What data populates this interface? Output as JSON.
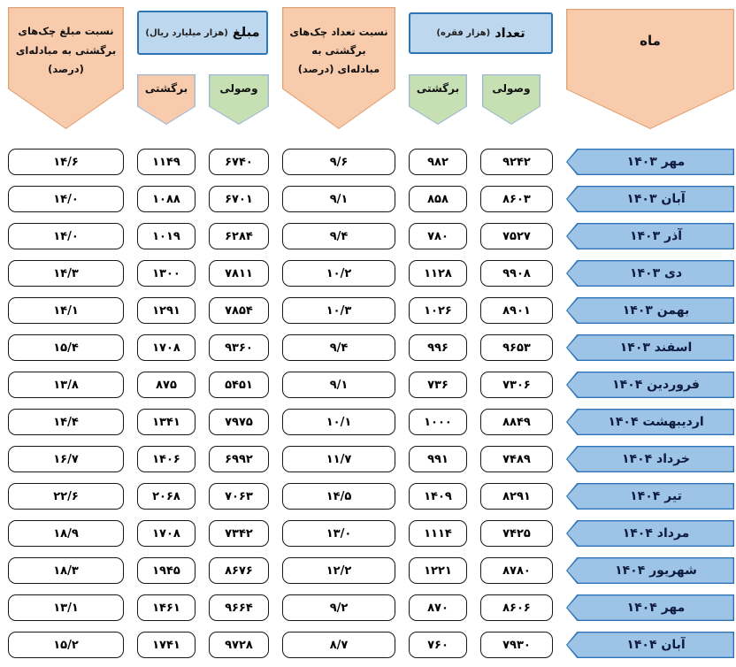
{
  "colors": {
    "orange_fill": "#f8cbad",
    "orange_border": "#e2a277",
    "blue_box_fill": "#bdd7ee",
    "blue_border": "#2e75b6",
    "month_arrow_fill": "#9dc3e6",
    "green_fill": "#c6e0b4",
    "cell_border": "#16161c"
  },
  "headers": {
    "month": "ماه",
    "count_title": "تعداد",
    "count_unit": "(هزار فقره)",
    "amount_title": "مبلغ",
    "amount_unit": "(هزار میلیارد ریال)",
    "count_ratio": "نسبت تعداد چک‌های برگشتی به مبادله‌ای (درصد)",
    "amount_ratio": "نسبت مبلغ چک‌های برگشتی به مبادله‌ای (درصد)",
    "returned": "برگشتی",
    "collected": "وصولی"
  },
  "rows": [
    {
      "month": "مهر ۱۴۰۳",
      "count_collected": "۹۲۴۲",
      "count_returned": "۹۸۲",
      "count_ratio": "۹/۶",
      "amount_collected": "۶۷۴۰",
      "amount_returned": "۱۱۴۹",
      "amount_ratio": "۱۴/۶"
    },
    {
      "month": "آبان ۱۴۰۳",
      "count_collected": "۸۶۰۳",
      "count_returned": "۸۵۸",
      "count_ratio": "۹/۱",
      "amount_collected": "۶۷۰۱",
      "amount_returned": "۱۰۸۸",
      "amount_ratio": "۱۴/۰"
    },
    {
      "month": "آذر ۱۴۰۳",
      "count_collected": "۷۵۲۷",
      "count_returned": "۷۸۰",
      "count_ratio": "۹/۴",
      "amount_collected": "۶۲۸۴",
      "amount_returned": "۱۰۱۹",
      "amount_ratio": "۱۴/۰"
    },
    {
      "month": "دی ۱۴۰۳",
      "count_collected": "۹۹۰۸",
      "count_returned": "۱۱۲۸",
      "count_ratio": "۱۰/۲",
      "amount_collected": "۷۸۱۱",
      "amount_returned": "۱۳۰۰",
      "amount_ratio": "۱۴/۳"
    },
    {
      "month": "بهمن ۱۴۰۳",
      "count_collected": "۸۹۰۱",
      "count_returned": "۱۰۲۶",
      "count_ratio": "۱۰/۳",
      "amount_collected": "۷۸۵۴",
      "amount_returned": "۱۲۹۱",
      "amount_ratio": "۱۴/۱"
    },
    {
      "month": "اسفند ۱۴۰۳",
      "count_collected": "۹۶۵۳",
      "count_returned": "۹۹۶",
      "count_ratio": "۹/۴",
      "amount_collected": "۹۳۶۰",
      "amount_returned": "۱۷۰۸",
      "amount_ratio": "۱۵/۴"
    },
    {
      "month": "فروردین ۱۴۰۴",
      "count_collected": "۷۳۰۶",
      "count_returned": "۷۳۶",
      "count_ratio": "۹/۱",
      "amount_collected": "۵۴۵۱",
      "amount_returned": "۸۷۵",
      "amount_ratio": "۱۳/۸"
    },
    {
      "month": "اردیبهشت ۱۴۰۴",
      "count_collected": "۸۸۴۹",
      "count_returned": "۱۰۰۰",
      "count_ratio": "۱۰/۱",
      "amount_collected": "۷۹۷۵",
      "amount_returned": "۱۳۴۱",
      "amount_ratio": "۱۴/۴"
    },
    {
      "month": "خرداد ۱۴۰۴",
      "count_collected": "۷۴۸۹",
      "count_returned": "۹۹۱",
      "count_ratio": "۱۱/۷",
      "amount_collected": "۶۹۹۲",
      "amount_returned": "۱۴۰۶",
      "amount_ratio": "۱۶/۷"
    },
    {
      "month": "تیر ۱۴۰۴",
      "count_collected": "۸۲۹۱",
      "count_returned": "۱۴۰۹",
      "count_ratio": "۱۴/۵",
      "amount_collected": "۷۰۶۳",
      "amount_returned": "۲۰۶۸",
      "amount_ratio": "۲۲/۶"
    },
    {
      "month": "مرداد ۱۴۰۴",
      "count_collected": "۷۴۲۵",
      "count_returned": "۱۱۱۴",
      "count_ratio": "۱۳/۰",
      "amount_collected": "۷۳۴۲",
      "amount_returned": "۱۷۰۸",
      "amount_ratio": "۱۸/۹"
    },
    {
      "month": "شهریور ۱۴۰۴",
      "count_collected": "۸۷۸۰",
      "count_returned": "۱۲۲۱",
      "count_ratio": "۱۲/۲",
      "amount_collected": "۸۶۷۶",
      "amount_returned": "۱۹۴۵",
      "amount_ratio": "۱۸/۳"
    },
    {
      "month": "مهر ۱۴۰۴",
      "count_collected": "۸۶۰۶",
      "count_returned": "۸۷۰",
      "count_ratio": "۹/۲",
      "amount_collected": "۹۶۶۴",
      "amount_returned": "۱۴۶۱",
      "amount_ratio": "۱۳/۱"
    },
    {
      "month": "آبان ۱۴۰۴",
      "count_collected": "۷۹۳۰",
      "count_returned": "۷۶۰",
      "count_ratio": "۸/۷",
      "amount_collected": "۹۷۲۸",
      "amount_returned": "۱۷۴۱",
      "amount_ratio": "۱۵/۲"
    }
  ],
  "chart_data": {
    "type": "table",
    "categories": [
      "مهر ۱۴۰۳",
      "آبان ۱۴۰۳",
      "آذر ۱۴۰۳",
      "دی ۱۴۰۳",
      "بهمن ۱۴۰۳",
      "اسفند ۱۴۰۳",
      "فروردین ۱۴۰۴",
      "اردیبهشت ۱۴۰۴",
      "خرداد ۱۴۰۴",
      "تیر ۱۴۰۴",
      "مرداد ۱۴۰۴",
      "شهریور ۱۴۰۴",
      "مهر ۱۴۰۴",
      "آبان ۱۴۰۴"
    ],
    "series": [
      {
        "name": "تعداد وصولی (هزار فقره)",
        "values": [
          9242,
          8603,
          7527,
          9908,
          8901,
          9653,
          7306,
          8849,
          7489,
          8291,
          7425,
          8780,
          8606,
          7930
        ]
      },
      {
        "name": "تعداد برگشتی (هزار فقره)",
        "values": [
          982,
          858,
          780,
          1128,
          1026,
          996,
          736,
          1000,
          991,
          1409,
          1114,
          1221,
          870,
          760
        ]
      },
      {
        "name": "نسبت تعداد چک‌های برگشتی به مبادله‌ای (درصد)",
        "values": [
          9.6,
          9.1,
          9.4,
          10.2,
          10.3,
          9.4,
          9.1,
          10.1,
          11.7,
          14.5,
          13.0,
          12.2,
          9.2,
          8.7
        ]
      },
      {
        "name": "مبلغ وصولی (هزار میلیارد ریال)",
        "values": [
          6740,
          6701,
          6284,
          7811,
          7854,
          9360,
          5451,
          7975,
          6992,
          7063,
          7342,
          8676,
          9664,
          9728
        ]
      },
      {
        "name": "مبلغ برگشتی (هزار میلیارد ریال)",
        "values": [
          1149,
          1088,
          1019,
          1300,
          1291,
          1708,
          875,
          1341,
          1406,
          2068,
          1708,
          1945,
          1461,
          1741
        ]
      },
      {
        "name": "نسبت مبلغ چک‌های برگشتی به مبادله‌ای (درصد)",
        "values": [
          14.6,
          14.0,
          14.0,
          14.3,
          14.1,
          15.4,
          13.8,
          14.4,
          16.7,
          22.6,
          18.9,
          18.3,
          13.1,
          15.2
        ]
      }
    ],
    "layout": {
      "direction": "rtl",
      "header_shapes": "pentagon-arrows",
      "rows": 14
    }
  }
}
